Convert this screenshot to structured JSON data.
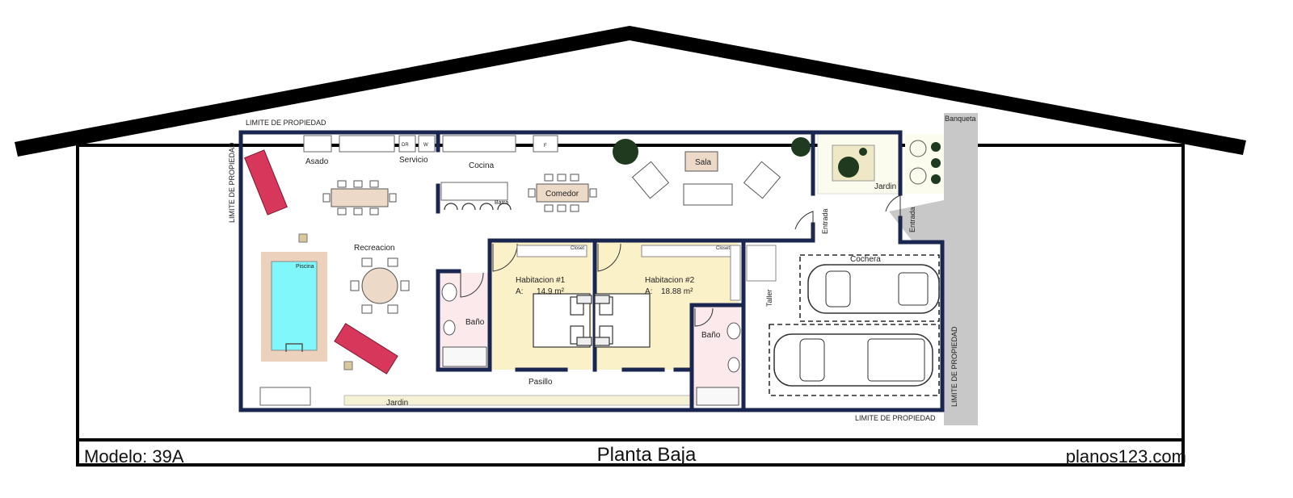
{
  "footer": {
    "model": "Modelo: 39A",
    "title": "Planta Baja",
    "site": "planos123.com"
  },
  "labels": {
    "limite": "LIMITE DE PROPIEDAD",
    "banqueta": "Banqueta",
    "asado": "Asado",
    "servicio": "Servicio",
    "cocina": "Cocina",
    "barra": "Barra",
    "comedor": "Comedor",
    "sala": "Sala",
    "jardin": "Jardin",
    "entrada": "Entrada",
    "recreacion": "Recreacion",
    "piscina": "Piscina",
    "closet": "Closet",
    "hab1": "Habitacion #1",
    "hab2": "Habitacion #2",
    "area_prefix": "A:",
    "hab1_area": "14.9 m²",
    "hab2_area": "18.88 m²",
    "bano": "Baño",
    "pasillo": "Pasillo",
    "taller": "Taller",
    "cochera": "Cochera",
    "dr": "DR",
    "w": "W",
    "f": "F"
  },
  "colors": {
    "wall": "#1a2550",
    "roof": "#000000",
    "bedroom_fill": "#fbf1c9",
    "bath_fill": "#fbe9ec",
    "pool_water": "#7ff7fb",
    "pool_deck": "#ecd2bc",
    "lounger": "#d6375a",
    "sidewalk": "#c8c8c8",
    "tree": "#1f3a1f"
  }
}
